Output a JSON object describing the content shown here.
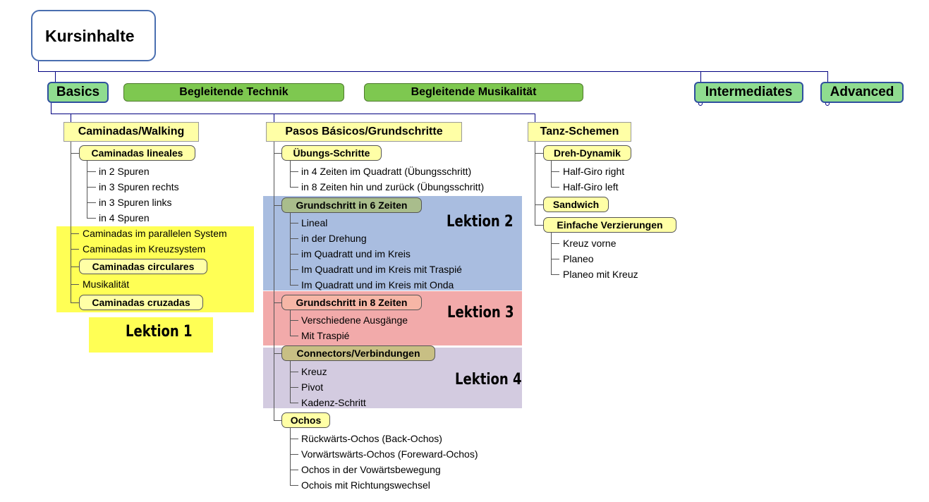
{
  "root": "Kursinhalte",
  "level1": {
    "basics": "Basics",
    "technik": "Begleitende Technik",
    "musikalitaet": "Begleitende Musikalität",
    "intermediates": "Intermediates",
    "advanced": "Advanced"
  },
  "caminadas": {
    "title": "Caminadas/Walking",
    "lineales": "Caminadas  lineales",
    "lineales_items": [
      "in 2 Spuren",
      "in 3 Spuren rechts",
      "in 3 Spuren links",
      "in 4 Spuren"
    ],
    "parallel": "Caminadas im parallelen System",
    "kreuz": "Caminadas im Kreuzsystem",
    "circulares": "Caminadas  circulares",
    "musik": "Musikalität",
    "cruzadas": "Caminadas  cruzadas"
  },
  "pasos": {
    "title": "Pasos Básicos/Grundschritte",
    "uebung": "Übungs-Schritte",
    "uebung_items": [
      "in 4 Zeiten im Quadratt (Übungsschritt)",
      "in 8 Zeiten hin und zurück (Übungsschritt)"
    ],
    "g6": "Grundschritt in 6 Zeiten",
    "g6_items": [
      "Lineal",
      "in der Drehung",
      "im Quadratt und im Kreis",
      "Im Quadratt und im Kreis mit Traspié",
      "Im Quadratt und im Kreis mit Onda"
    ],
    "g8": "Grundschritt in 8 Zeiten",
    "g8_items": [
      "Verschiedene Ausgänge",
      "Mit Traspié"
    ],
    "conn": "Connectors/Verbindungen",
    "conn_items": [
      "Kreuz",
      "Pivot",
      "Kadenz-Schritt"
    ],
    "ochos": "Ochos",
    "ochos_items": [
      "Rückwärts-Ochos (Back-Ochos)",
      "Vorwärtswärts-Ochos (Foreward-Ochos)",
      "Ochos in der Vowärtsbewegung",
      "Ochois mit Richtungswechsel"
    ]
  },
  "tanz": {
    "title": "Tanz-Schemen",
    "dreh": "Dreh-Dynamik",
    "dreh_items": [
      "Half-Giro right",
      "Half-Giro left"
    ],
    "sandwich": "Sandwich",
    "verz": "Einfache  Verzierungen",
    "verz_items": [
      "Kreuz vorne",
      "Planeo",
      "Planeo mit Kreuz"
    ]
  },
  "lektionen": {
    "l1": "Lektion 1",
    "l2": "Lektion 2",
    "l3": "Lektion 3",
    "l4": "Lektion 4"
  },
  "colors": {
    "lektion1": "#ffff55",
    "lektion2": "#a9bde0",
    "lektion3": "#f2aaaa",
    "lektion4": "#d3cbe0",
    "level1_fill": "#8fdc8f",
    "node_fill": "#ffffa6",
    "connector": "#000080"
  }
}
